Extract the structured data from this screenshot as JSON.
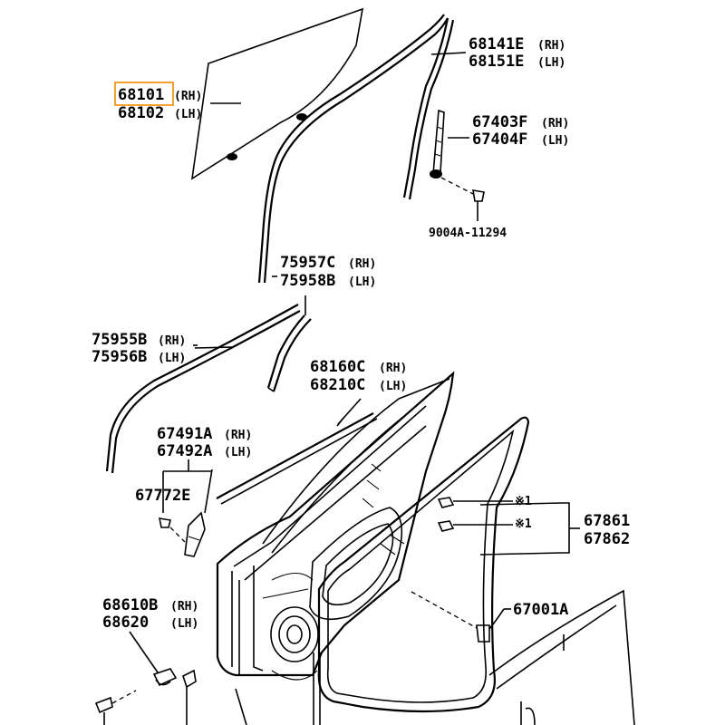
{
  "colors": {
    "line": "#000000",
    "highlight": "#f08a00",
    "background": "#ffffff"
  },
  "labels": {
    "glass": {
      "rh": "68101",
      "rh_side": "(RH)",
      "lh": "68102",
      "lh_side": "(LH)"
    },
    "run_channel": {
      "rh": "68141E",
      "rh_side": "(RH)",
      "lh": "68151E",
      "lh_side": "(LH)"
    },
    "lower_channel": {
      "rh": "67403F",
      "rh_side": "(RH)",
      "lh": "67404F",
      "lh_side": "(LH)"
    },
    "channel_screw": {
      "part": "9004A-11294"
    },
    "frame_moulding": {
      "rh": "75957C",
      "rh_side": "(RH)",
      "lh": "75958B",
      "lh_side": "(LH)"
    },
    "belt_moulding": {
      "rh": "75955B",
      "rh_side": "(RH)",
      "lh": "75956B",
      "lh_side": "(LH)"
    },
    "weatherstrip_outer": {
      "rh": "68160C",
      "rh_side": "(RH)",
      "lh": "68210C",
      "lh_side": "(LH)"
    },
    "inner_weatherstrip": {
      "rh": "67491A",
      "rh_side": "(RH)",
      "lh": "67492A",
      "lh_side": "(LH)"
    },
    "clip": {
      "part": "67772E"
    },
    "door_weatherstrip": {
      "rh": "67861",
      "lh": "67862",
      "note": "※1"
    },
    "hole_plug": {
      "part": "67001A"
    },
    "check": {
      "rh": "68610B",
      "rh_side": "(RH)",
      "lh": "68620",
      "lh_side": "(LH)"
    }
  }
}
